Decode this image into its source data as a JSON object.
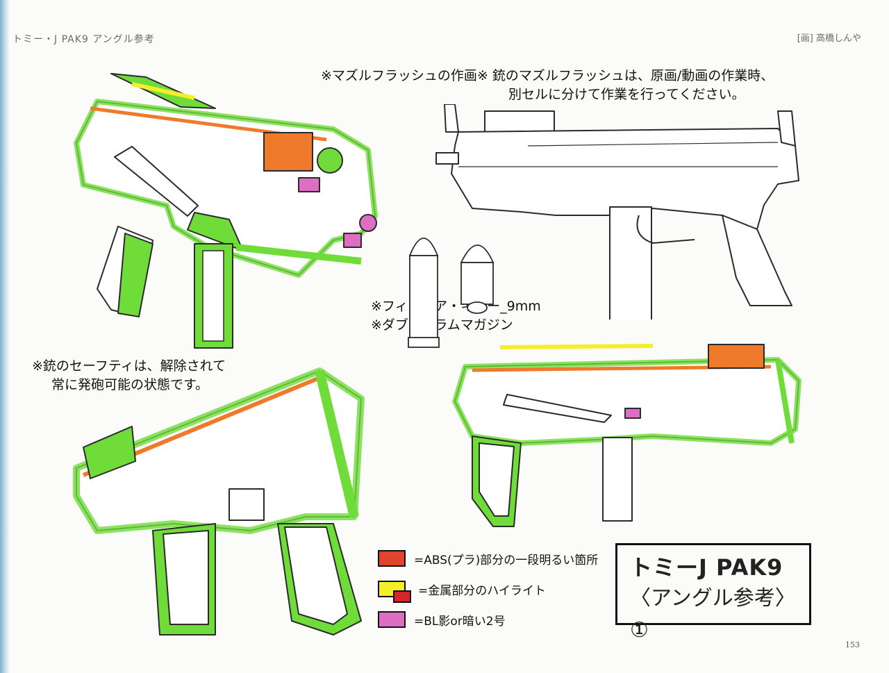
{
  "header": {
    "left": "トミー・J PAK9 アングル参考",
    "right": "[画] 高橋しんや"
  },
  "notes": {
    "muzzle_line1": "※マズルフラッシュの作画※ 銃のマズルフラッシュは、原画/動画の作業時、",
    "muzzle_line2": "別セルに分けて作業を行ってください。",
    "safety_line1": "※銃のセーフティは、解除されて",
    "safety_line2": "常に発砲可能の状態です。",
    "figure_line1": "※フィギュア・キラー_9mm",
    "figure_line2": "※ダブルカラムマガジン"
  },
  "legend": {
    "items": [
      {
        "label": "=ABS(プラ)部分の一段明るい箇所",
        "color": "#e0442c"
      },
      {
        "label": "=金属部分のハイライト",
        "color": "#f5ee2a",
        "secondary_color": "#d4262a"
      },
      {
        "label": "=BL影or暗い2号",
        "color": "#dd6ec4"
      }
    ]
  },
  "title": {
    "line1": "トミーJ PAK9",
    "line2": "〈アングル参考〉①"
  },
  "page_number": "153",
  "colors": {
    "green": "#6fdc3a",
    "orange": "#ef7a2b",
    "pink": "#dd6ec4",
    "yellow": "#f5ee2a",
    "line": "#2a2a2a"
  }
}
